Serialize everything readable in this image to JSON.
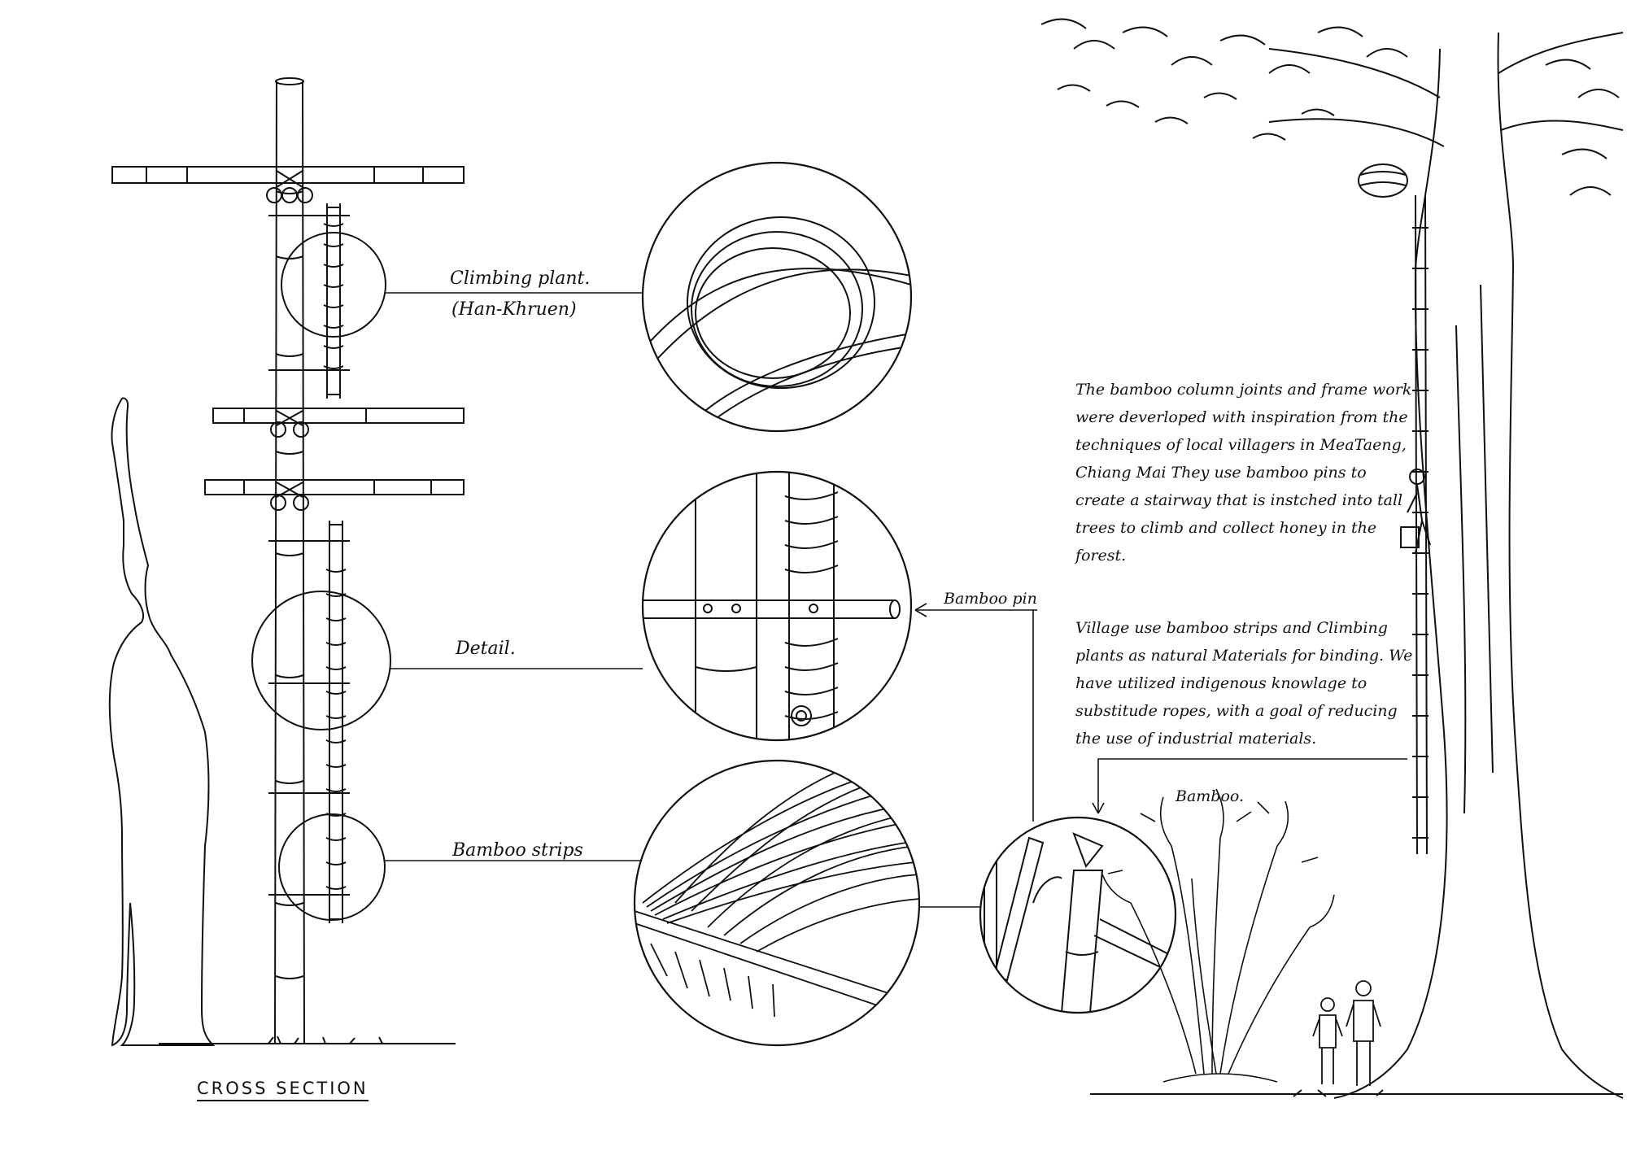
{
  "labels": {
    "climbing_plant": "Climbing plant.",
    "han_khruen": "(Han-Khruen)",
    "detail": "Detail.",
    "bamboo_strips": "Bamboo strips",
    "bamboo_pin": "Bamboo pin",
    "bamboo": "Bamboo.",
    "cross_section": "CROSS SECTION"
  },
  "notes": {
    "paragraph_1": "The bamboo column joints and frame work were deverloped with inspiration from the techniques of local villagers in MeaTaeng, Chiang Mai They use bamboo pins to create a stairway that is instched into tall trees to climb and collect honey in the forest.",
    "paragraph_2": "Village use bamboo strips and Climbing plants as natural Materials for binding. We have utilized indigenous knowlage to substitude ropes, with a goal of reducing the use of industrial materials."
  }
}
